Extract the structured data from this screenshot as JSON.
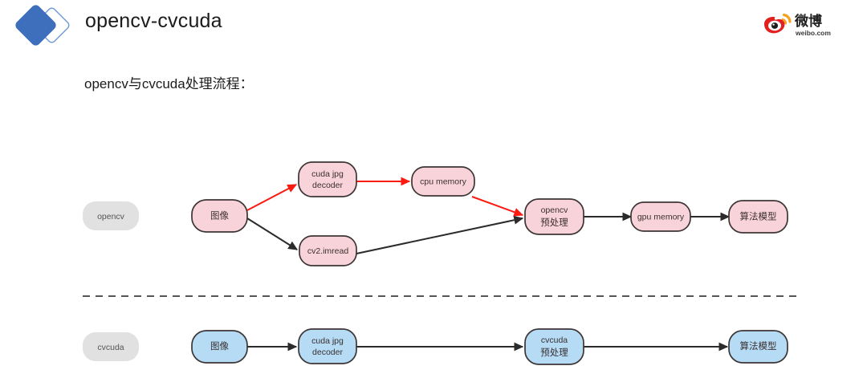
{
  "header": {
    "title": "opencv-cvcuda",
    "logo_icon": "diamond-logo-icon",
    "brand_color": "#3d6fbd",
    "weibo": {
      "icon": "weibo-eye-icon",
      "name": "微博",
      "domain": "weibo.com",
      "color": "#e22020",
      "accent": "#f5a21e"
    }
  },
  "subtitle": "opencv与cvcuda处理流程：",
  "divider": {
    "name": "dashed-divider",
    "style": "dashed",
    "color": "#555555"
  },
  "colors": {
    "pink_fill": "#f9d3da",
    "pink_stroke": "#3d3535",
    "blue_fill": "#b5dbf5",
    "blue_stroke": "#3d3535",
    "gray_fill": "#e1e1e1",
    "arrow_black": "#2b2b2b",
    "arrow_red": "#fb1a10"
  },
  "rows": [
    {
      "id": "opencv-row",
      "group_label": "opencv",
      "theme": "pink",
      "nodes": [
        {
          "id": "image",
          "lines": [
            "图像"
          ],
          "cjk": true
        },
        {
          "id": "cuda-jpg",
          "lines": [
            "cuda jpg",
            "decoder"
          ],
          "cjk": false
        },
        {
          "id": "cv2-imread",
          "lines": [
            "cv2.imread"
          ],
          "cjk": false
        },
        {
          "id": "cpu-memory",
          "lines": [
            "cpu memory"
          ],
          "cjk": false
        },
        {
          "id": "opencv-pre",
          "lines": [
            "opencv",
            "预处理"
          ],
          "cjk": true
        },
        {
          "id": "gpu-memory",
          "lines": [
            "gpu memory"
          ],
          "cjk": false
        },
        {
          "id": "model",
          "lines": [
            "算法模型"
          ],
          "cjk": true
        }
      ],
      "edges": [
        {
          "from": "image",
          "to": "cuda-jpg",
          "color": "red"
        },
        {
          "from": "image",
          "to": "cv2-imread",
          "color": "black"
        },
        {
          "from": "cuda-jpg",
          "to": "cpu-memory",
          "color": "red"
        },
        {
          "from": "cpu-memory",
          "to": "opencv-pre",
          "color": "red"
        },
        {
          "from": "cv2-imread",
          "to": "opencv-pre",
          "color": "black"
        },
        {
          "from": "opencv-pre",
          "to": "gpu-memory",
          "color": "black"
        },
        {
          "from": "gpu-memory",
          "to": "model",
          "color": "black"
        }
      ]
    },
    {
      "id": "cvcuda-row",
      "group_label": "cvcuda",
      "theme": "blue",
      "nodes": [
        {
          "id": "image2",
          "lines": [
            "图像"
          ],
          "cjk": true
        },
        {
          "id": "cuda-jpg2",
          "lines": [
            "cuda jpg",
            "decoder"
          ],
          "cjk": false
        },
        {
          "id": "cvcuda-pre",
          "lines": [
            "cvcuda",
            "预处理"
          ],
          "cjk": true
        },
        {
          "id": "model2",
          "lines": [
            "算法模型"
          ],
          "cjk": true
        }
      ],
      "edges": [
        {
          "from": "image2",
          "to": "cuda-jpg2",
          "color": "black"
        },
        {
          "from": "cuda-jpg2",
          "to": "cvcuda-pre",
          "color": "black"
        },
        {
          "from": "cvcuda-pre",
          "to": "model2",
          "color": "black"
        }
      ]
    }
  ]
}
